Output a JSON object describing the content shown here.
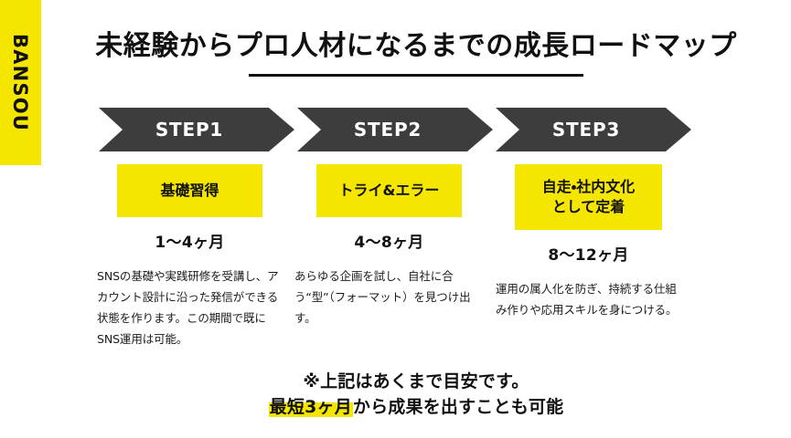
{
  "brand": {
    "name": "BANSOU",
    "bar_color": "#F5E600"
  },
  "title": {
    "text": "未経験からプロ人材になるまでの成長ロードマップ"
  },
  "colors": {
    "accent_yellow": "#F5E600",
    "arrow_gray": "#3d3d3d",
    "text_black": "#111111",
    "background": "#ffffff"
  },
  "steps": [
    {
      "step_label": "STEP1",
      "phase": "基礎習得",
      "duration": "1〜4ヶ月",
      "description": "SNSの基礎や実践研修を受講し、アカウント設計に沿った発信ができる状態を作ります。この期間で既にSNS運用は可能。"
    },
    {
      "step_label": "STEP2",
      "phase": "トライ&エラー",
      "duration": "4〜8ヶ月",
      "description": "あらゆる企画を試し、自社に合う“型”（フォーマット）を見つけ出す。"
    },
    {
      "step_label": "STEP3",
      "phase": "自走・社内文化\nとして定着",
      "duration": "8〜12ヶ月",
      "description": "運用の属人化を防ぎ、持続する仕組み作りや応用スキルを身につける。"
    }
  ],
  "footer": {
    "line1": "※上記はあくまで目安です。",
    "line2_highlight": "最短3ヶ月",
    "line2_rest": "から成果を出すことも可能"
  }
}
